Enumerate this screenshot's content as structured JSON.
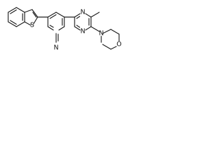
{
  "molecule": {
    "atoms": {
      "sulfur": "S",
      "pyridine_nitrogen": "N",
      "pyrimidine_nitrogen_upper": "N",
      "pyrimidine_nitrogen_lower": "N",
      "morpholine_nitrogen": "N",
      "morpholine_oxygen": "O"
    },
    "colors": {
      "bond": "#1a1a1a",
      "label": "#111111",
      "background": "#ffffff"
    }
  }
}
